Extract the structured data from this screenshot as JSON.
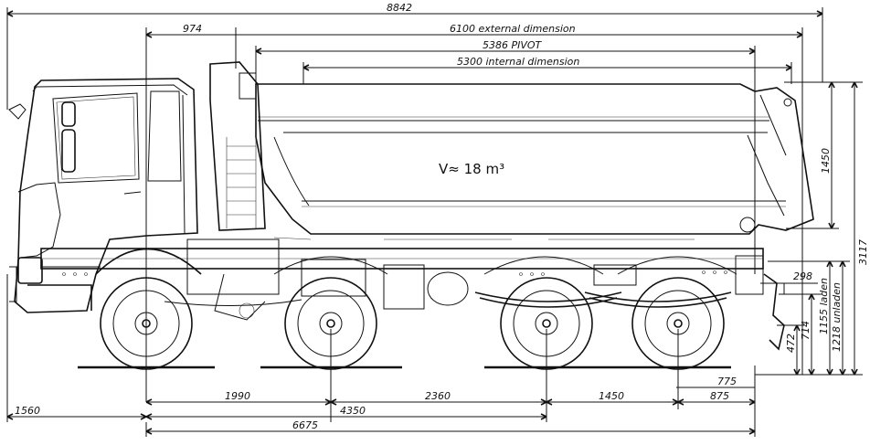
{
  "volume_label": "V≈ 18 m³",
  "dimensions": {
    "overall_length": "8842",
    "cab_to_body": "974",
    "body_external": "6100 external dimension",
    "pivot": "5386 PIVOT",
    "body_internal": "5300 internal dimension",
    "side_height": "1450",
    "total_height": "3117",
    "height_laden": "1155 laden",
    "height_unladen": "1218 unladen",
    "hitch_offset": "298",
    "hitch_height": "714",
    "hitch_low": "472",
    "rear_overhang_upper": "775",
    "rear_overhang": "875",
    "wheelbase_1": "1990",
    "wheelbase_2": "2360",
    "wheelbase_3": "1450",
    "front_overhang": "1560",
    "axle_span": "4350",
    "total_span": "6675"
  }
}
